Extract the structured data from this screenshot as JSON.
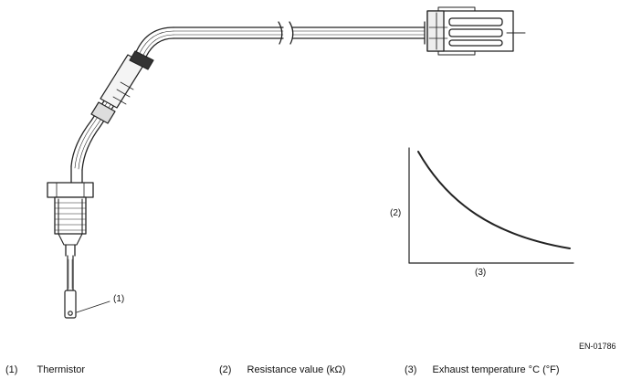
{
  "callouts": {
    "thermistor": "(1)",
    "resistance_axis": "(2)",
    "temperature_axis": "(3)"
  },
  "figure_code": "EN-01786",
  "legend": [
    {
      "num": "(1)",
      "text": "Thermistor"
    },
    {
      "num": "(2)",
      "text": "Resistance value (kΩ)"
    },
    {
      "num": "(3)",
      "text": "Exhaust temperature °C (°F)"
    }
  ]
}
